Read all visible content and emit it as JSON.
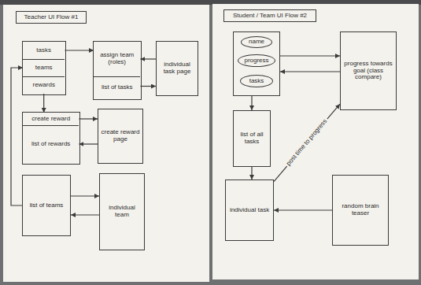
{
  "diagram": {
    "nodes": [
      {
        "text": [
          "Teacher UI Flow #1"
        ]
      },
      {
        "text": []
      },
      {
        "text": [
          "tasks"
        ],
        "in": 1
      },
      {
        "text": [
          "teams"
        ],
        "in": 1
      },
      {
        "text": [
          "rewards"
        ],
        "in": 1
      },
      {
        "text": []
      },
      {
        "text": [
          "assign team (roles)"
        ],
        "in": 5
      },
      {
        "text": [
          "list of tasks"
        ],
        "in": 5
      },
      {
        "text": [
          "individual task page"
        ]
      },
      {
        "text": []
      },
      {
        "text": [
          "create reward"
        ],
        "in": 9
      },
      {
        "text": [
          "list of rewards"
        ],
        "in": 9
      },
      {
        "text": [
          "create reward page"
        ]
      },
      {
        "text": [
          "list of teams"
        ]
      },
      {
        "text": [
          "individual team"
        ]
      },
      {
        "text": [
          "Student / Team UI Flow #2"
        ]
      },
      {
        "text": []
      },
      {
        "text": [
          "name"
        ],
        "in": 16
      },
      {
        "text": [
          "progress"
        ],
        "in": 16
      },
      {
        "text": [
          "tasks"
        ],
        "in": 16
      },
      {
        "text": [
          "progress towards goal (class compare)"
        ]
      },
      {
        "text": [
          "list of all tasks"
        ]
      },
      {
        "text": [
          "individual task"
        ]
      },
      {
        "text": [
          "random brain teaser"
        ]
      }
    ],
    "edges": [
      {
        "from": 2,
        "to": 6,
        "arrow": "to"
      },
      {
        "from": 7,
        "to": 8,
        "arrow": "to"
      },
      {
        "from": 8,
        "to": 6,
        "arrow": "to"
      },
      {
        "from": 4,
        "to": 10,
        "arrow": "to"
      },
      {
        "from": 10,
        "to": 12,
        "arrow": "to"
      },
      {
        "from": 12,
        "to": 11,
        "arrow": "to"
      },
      {
        "from": 13,
        "to": 3,
        "arrow": "to"
      },
      {
        "from": 13,
        "to": 14,
        "arrow": "to"
      },
      {
        "from": 14,
        "to": 13,
        "arrow": "to"
      },
      {
        "from": 16,
        "to": 20,
        "arrow": "to"
      },
      {
        "from": 20,
        "to": 16,
        "arrow": "to"
      },
      {
        "from": 16,
        "to": 21,
        "arrow": "to"
      },
      {
        "from": 21,
        "to": 22,
        "arrow": "to"
      },
      {
        "from": 22,
        "to": 20,
        "label": "post time to progress",
        "arrow": "to"
      },
      {
        "from": 23,
        "to": 22,
        "arrow": "to"
      }
    ]
  }
}
